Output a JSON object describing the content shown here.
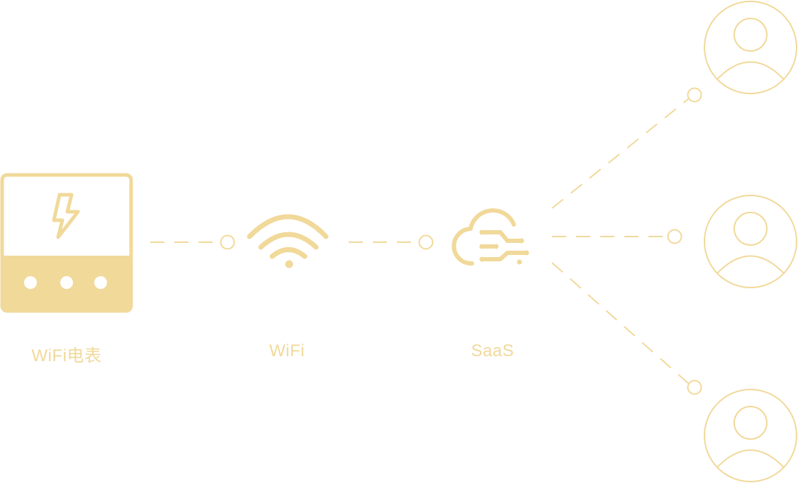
{
  "colors": {
    "accent": "#F1D99A",
    "background": "#FFFFFF"
  },
  "nodes": {
    "meter": {
      "label": "WiFi电表",
      "icon": "smart-meter-icon"
    },
    "wifi": {
      "label": "WiFi",
      "icon": "wifi-icon"
    },
    "saas": {
      "label": "SaaS",
      "icon": "cloud-circuit-icon"
    },
    "users": [
      {
        "icon": "user-avatar-icon"
      },
      {
        "icon": "user-avatar-icon"
      },
      {
        "icon": "user-avatar-icon"
      }
    ]
  },
  "connectors": [
    {
      "from": "meter",
      "to": "wifi",
      "style": "dashed"
    },
    {
      "from": "wifi",
      "to": "saas",
      "style": "dashed"
    },
    {
      "from": "saas",
      "to": "user-1",
      "style": "dashed"
    },
    {
      "from": "saas",
      "to": "user-2",
      "style": "dashed"
    },
    {
      "from": "saas",
      "to": "user-3",
      "style": "dashed"
    }
  ]
}
